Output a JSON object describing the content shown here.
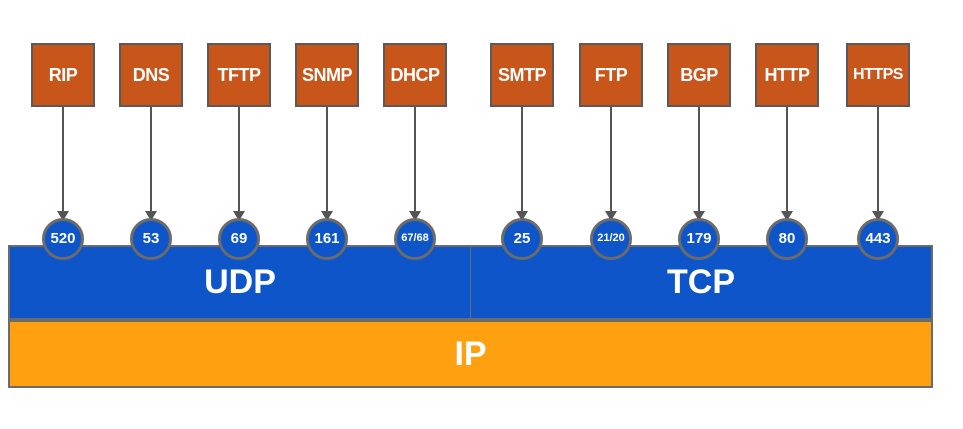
{
  "protocols": [
    {
      "name": "RIP",
      "port": "520"
    },
    {
      "name": "DNS",
      "port": "53"
    },
    {
      "name": "TFTP",
      "port": "69"
    },
    {
      "name": "SNMP",
      "port": "161"
    },
    {
      "name": "DHCP",
      "port": "67/",
      "port2": "68"
    },
    {
      "name": "SMTP",
      "port": "25"
    },
    {
      "name": "FTP",
      "port": "21/",
      "port2": "20"
    },
    {
      "name": "BGP",
      "port": "179"
    },
    {
      "name": "HTTP",
      "port": "80"
    },
    {
      "name": "HTTPS",
      "port": "443"
    }
  ],
  "layers": {
    "udp": "UDP",
    "tcp": "TCP",
    "ip": "IP"
  },
  "colors": {
    "protocol_box": "#c8561b",
    "transport": "#0d55c8",
    "ip": "#ffa010",
    "border": "#6b6b6b"
  }
}
